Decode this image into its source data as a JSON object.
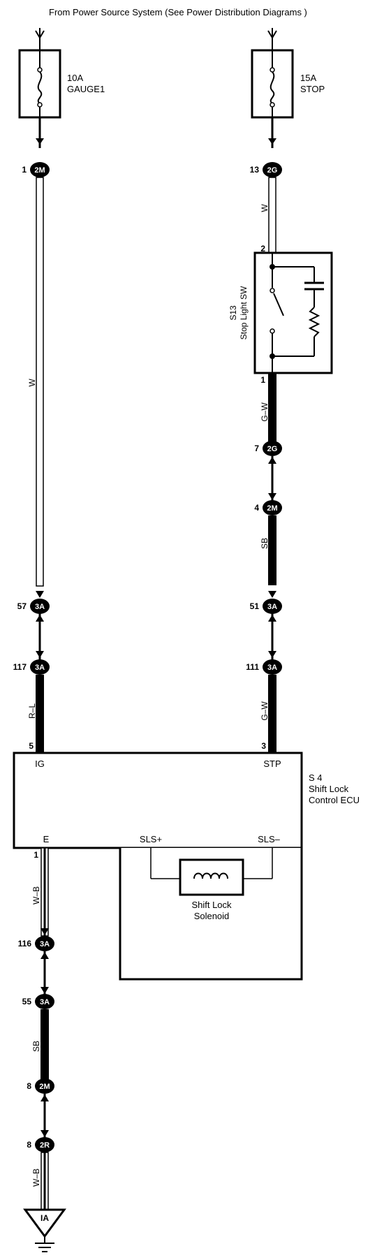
{
  "header": {
    "title": "From Power Source System (See Power Distribution Diagrams )"
  },
  "fuses": {
    "gauge1": {
      "rating": "10A",
      "name": "GAUGE1"
    },
    "stop": {
      "rating": "15A",
      "name": "STOP"
    }
  },
  "connectors": {
    "c_2m_1": {
      "pin": "1",
      "code": "2M"
    },
    "c_2g_13": {
      "pin": "13",
      "code": "2G"
    },
    "c_2g_7": {
      "pin": "7",
      "code": "2G"
    },
    "c_2m_4": {
      "pin": "4",
      "code": "2M"
    },
    "c_3a_57": {
      "pin": "57",
      "code": "3A"
    },
    "c_3a_51": {
      "pin": "51",
      "code": "3A"
    },
    "c_3a_117": {
      "pin": "117",
      "code": "3A"
    },
    "c_3a_111": {
      "pin": "111",
      "code": "3A"
    },
    "c_3a_116": {
      "pin": "116",
      "code": "3A"
    },
    "c_3a_55": {
      "pin": "55",
      "code": "3A"
    },
    "c_2m_8": {
      "pin": "8",
      "code": "2M"
    },
    "c_2r_8": {
      "pin": "8",
      "code": "2R"
    }
  },
  "wires": {
    "left_top": "W",
    "right_top": "W",
    "right_mid": "G–W",
    "right_sb": "SB",
    "left_ecu": "R–L",
    "right_ecu": "G–W",
    "ground_wb1": "W–B",
    "ground_sb": "SB",
    "ground_wb2": "W–B"
  },
  "stop_light_switch": {
    "id": "S13",
    "name": "Stop Light SW",
    "pin_top": "2",
    "pin_bottom": "1"
  },
  "ecu": {
    "id": "S 4",
    "name_line1": "Shift Lock",
    "name_line2": "Control ECU",
    "pin_ig_num": "5",
    "pin_ig": "IG",
    "pin_stp_num": "3",
    "pin_stp": "STP",
    "pin_e": "E",
    "pin_e_num": "1",
    "pin_sls_plus": "SLS+",
    "pin_sls_minus": "SLS–"
  },
  "solenoid": {
    "line1": "Shift Lock",
    "line2": "Solenoid"
  },
  "ground": {
    "code": "IA"
  }
}
